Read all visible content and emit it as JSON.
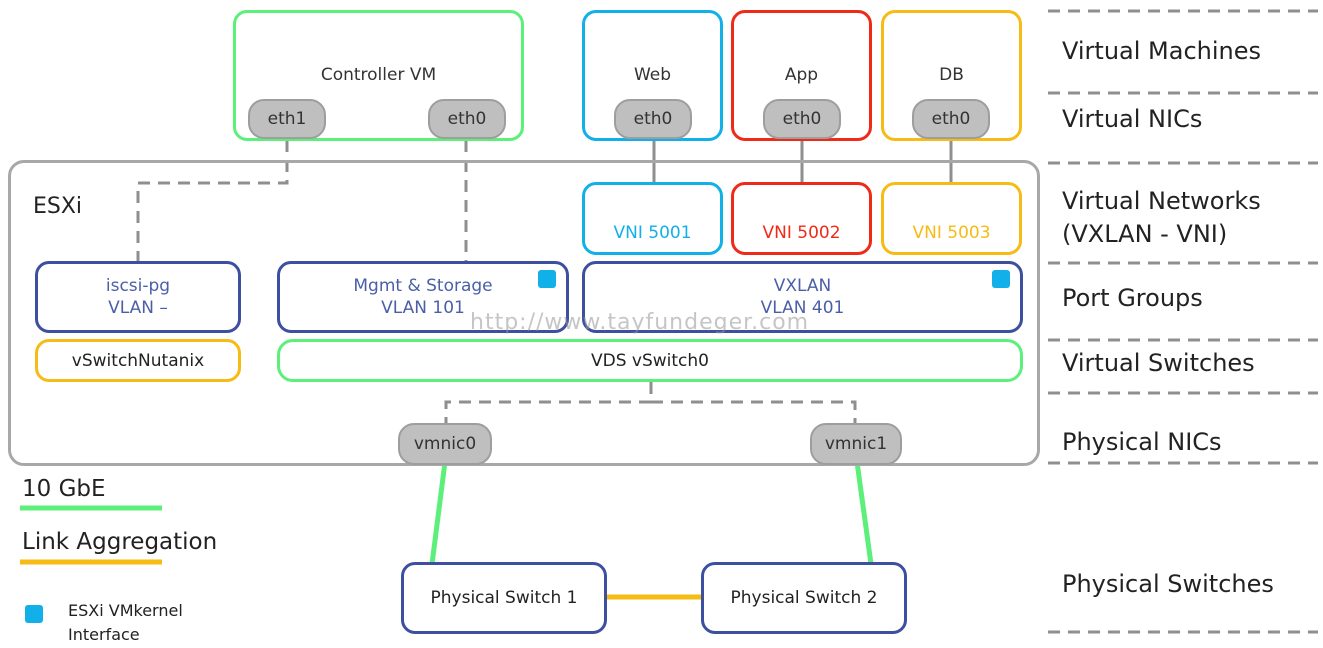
{
  "colors": {
    "green": "#5cf07a",
    "blue": "#12b0e8",
    "red": "#f02a18",
    "yellow": "#f6bb14",
    "navy": "#3d4f9f",
    "gray_frame": "#a8a8a8",
    "nic_fill": "#bfbfbf",
    "vmkernel": "#12b0e8"
  },
  "vms": {
    "controller": {
      "title": "Controller VM",
      "nic_left": "eth1",
      "nic_right": "eth0"
    },
    "web": {
      "title": "Web",
      "nic": "eth0"
    },
    "app": {
      "title": "App",
      "nic": "eth0"
    },
    "db": {
      "title": "DB",
      "nic": "eth0"
    }
  },
  "esxi": {
    "label": "ESXi",
    "vni": [
      "VNI 5001",
      "VNI 5002",
      "VNI 5003"
    ],
    "port_groups": {
      "iscsi": {
        "line1": "iscsi-pg",
        "line2": "VLAN –"
      },
      "mgmt": {
        "line1": "Mgmt & Storage",
        "line2": "VLAN 101"
      },
      "vxlan": {
        "line1": "VXLAN",
        "line2": "VLAN 401"
      }
    },
    "vswitch_nutanix": "vSwitchNutanix",
    "vds": "VDS vSwitch0",
    "vmnic0": "vmnic0",
    "vmnic1": "vmnic1"
  },
  "physical_switches": [
    "Physical Switch 1",
    "Physical Switch 2"
  ],
  "legend": {
    "ten_gbe": "10 GbE",
    "link_agg": "Link Aggregation",
    "vmkernel_line1": "ESXi VMkernel",
    "vmkernel_line2": "Interface"
  },
  "layers": {
    "vm": "Virtual Machines",
    "vnic": "Virtual NICs",
    "vnet_line1": "Virtual Networks",
    "vnet_line2": "(VXLAN - VNI)",
    "pg": "Port Groups",
    "vsw": "Virtual Switches",
    "pnic": "Physical NICs",
    "psw": "Physical Switches"
  },
  "watermark": "http://www.tayfundeger.com"
}
